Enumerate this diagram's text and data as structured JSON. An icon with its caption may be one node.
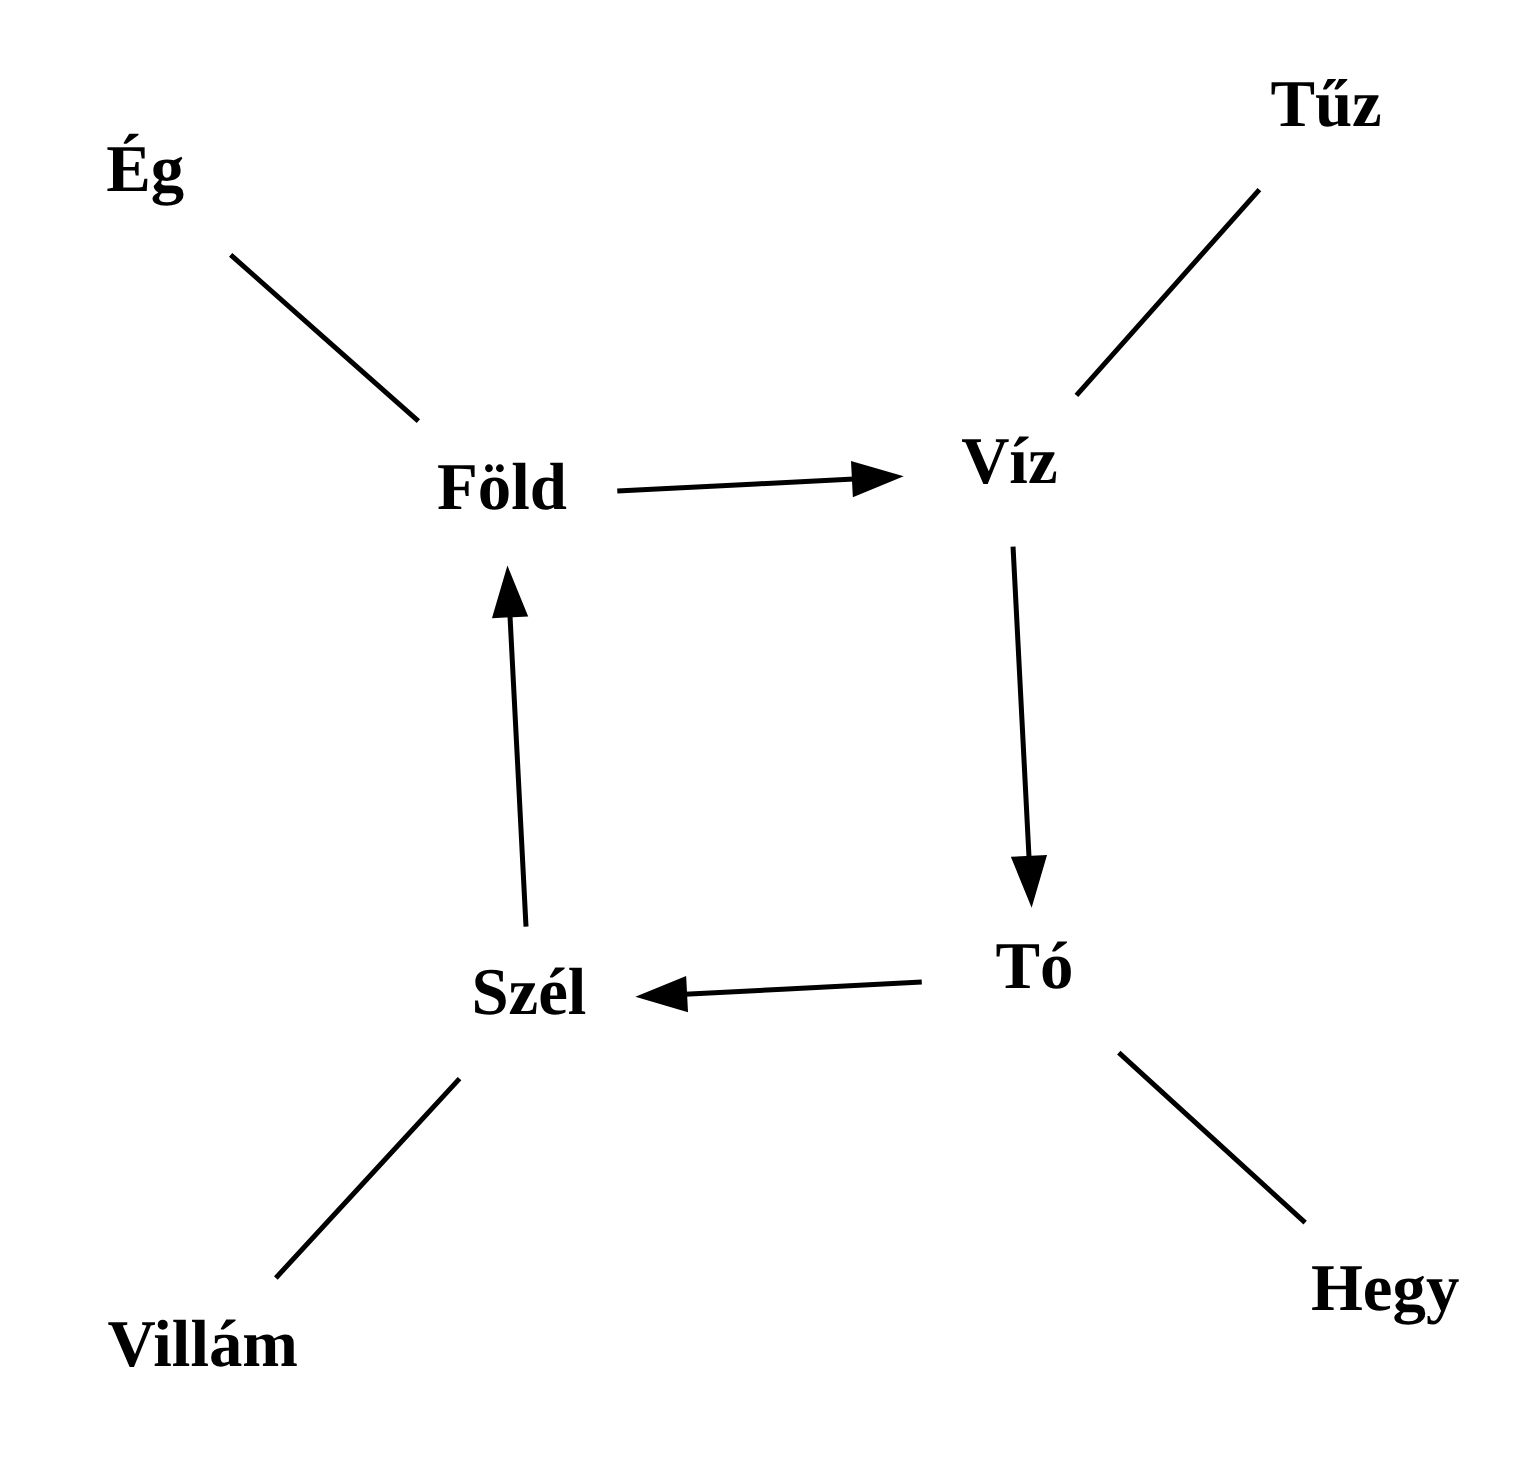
{
  "diagram": {
    "nodes": [
      {
        "text": [
          "Ég"
        ]
      },
      {
        "text": [
          "Tó"
        ]
      },
      {
        "text": [
          "Szél"
        ]
      },
      {
        "text": [
          "Tűz"
        ]
      },
      {
        "text": [
          "Víz"
        ]
      },
      {
        "text": [
          "Villám"
        ]
      },
      {
        "text": [
          "Hegy"
        ]
      },
      {
        "text": [
          "Föld"
        ]
      }
    ],
    "edges": [
      {
        "from": 0,
        "to": 7,
        "arrow": "none"
      },
      {
        "from": 3,
        "to": 4,
        "arrow": "none"
      },
      {
        "from": 2,
        "to": 5,
        "arrow": "none"
      },
      {
        "from": 1,
        "to": 6,
        "arrow": "none"
      },
      {
        "from": 1,
        "to": 2,
        "arrow": "to"
      },
      {
        "from": 2,
        "to": 7,
        "arrow": "to"
      },
      {
        "from": 7,
        "to": 4,
        "arrow": "to"
      },
      {
        "from": 4,
        "to": 1,
        "arrow": "to"
      }
    ]
  }
}
